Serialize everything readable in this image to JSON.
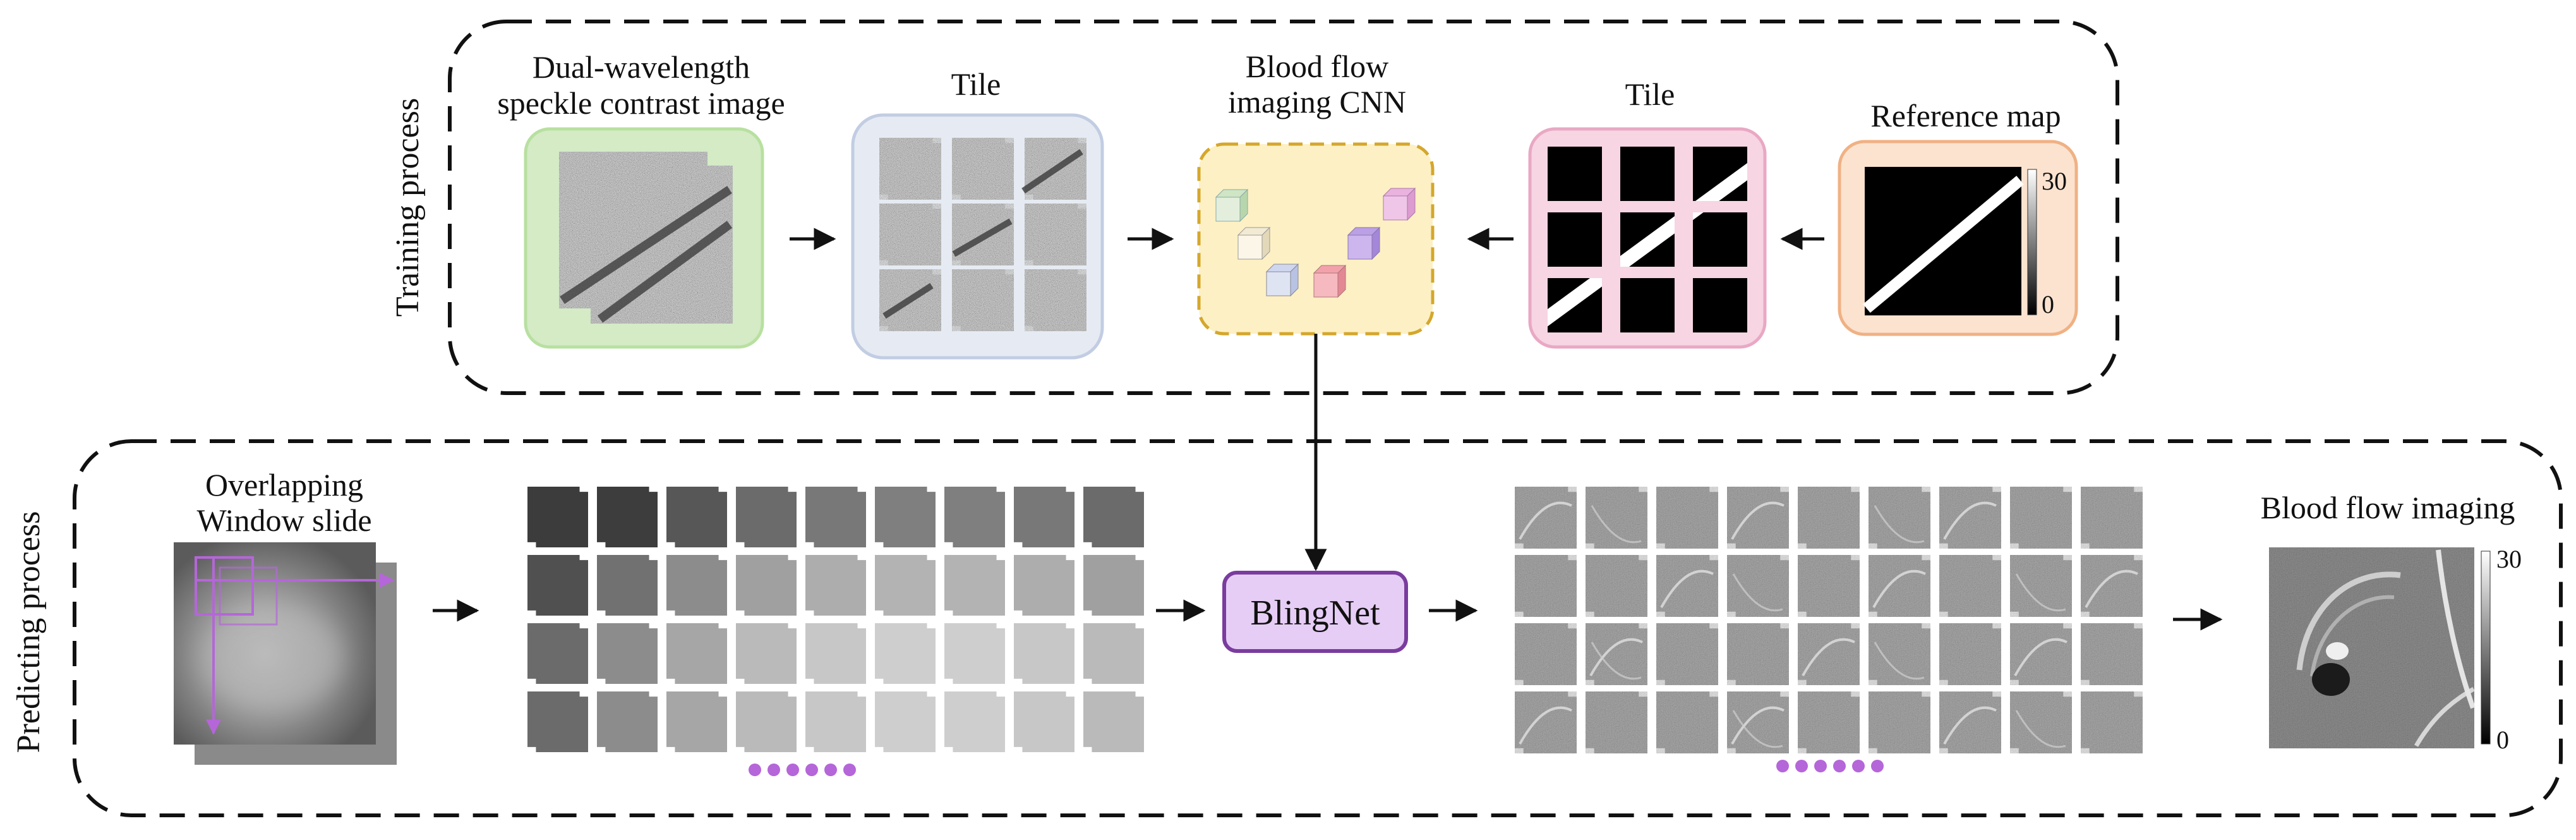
{
  "training": {
    "side_label": "Training process",
    "dual_line1": "Dual-wavelength",
    "dual_line2": "speckle contrast image",
    "tile_left": "Tile",
    "cnn_line1": "Blood flow",
    "cnn_line2": "imaging CNN",
    "tile_right": "Tile",
    "reference": "Reference map",
    "ref_max": "30",
    "ref_min": "0"
  },
  "predicting": {
    "side_label": "Predicting process",
    "window_line1": "Overlapping",
    "window_line2": "Window slide",
    "network": "BlingNet",
    "output_title": "Blood flow imaging",
    "out_max": "30",
    "out_min": "0"
  },
  "colors": {
    "dual_panel_fill": "#d4ebc6",
    "dual_panel_border": "#b8e0a0",
    "tile_panel_fill": "#e6ebf3",
    "tile_panel_border": "#c2cde3",
    "cnn_panel_fill": "#fdf0c4",
    "cnn_panel_border": "#d4a72c",
    "tile2_panel_fill": "#f7d5e3",
    "tile2_panel_border": "#e9a8c4",
    "ref_panel_fill": "#fbe3d0",
    "ref_panel_border": "#f0b184",
    "blingnet_fill": "#e6cdf5",
    "blingnet_border": "#7a3c9e",
    "accent_purple": "#b566d9"
  }
}
